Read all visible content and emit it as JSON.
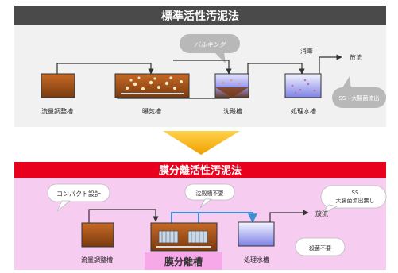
{
  "top_section": {
    "title": "標準活性汚泥法",
    "bubble_bulking": "バルキング",
    "label_disinfection": "消毒",
    "label_discharge": "放流",
    "bubble_ss": "SS・大腸菌流出",
    "tanks": {
      "flow_adjust": "流量調整槽",
      "aeration": "曝気槽",
      "sedimentation": "沈殿槽",
      "treated_water": "処理水槽"
    }
  },
  "bottom_section": {
    "title": "膜分離活性汚泥法",
    "bubble_compact": "コンパクト設計",
    "bubble_no_sedimentation": "沈殿槽不要",
    "bubble_no_outflow_line1": "SS",
    "bubble_no_outflow_line2": "大腸菌流出無し",
    "label_discharge": "放流",
    "bubble_no_disinfection": "殺菌不要",
    "membrane_label": "膜分離槽",
    "tanks": {
      "flow_adjust": "流量調整槽",
      "treated_water": "処理水槽"
    }
  },
  "colors": {
    "top_header": "#4a4a4a",
    "top_bg": "#f1f1f1",
    "bottom_header": "#e8001c",
    "bottom_bg": "#f6ccf0",
    "arrow_down": "#f5b400",
    "tank_brown": "#a9561a",
    "tank_blue": "#8a8ee8",
    "line_blue": "#3a8fd8"
  }
}
